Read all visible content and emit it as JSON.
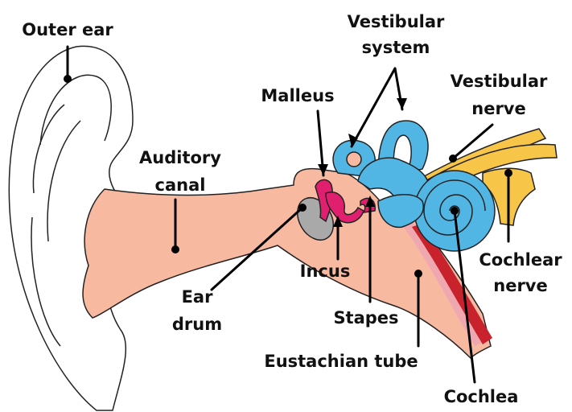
{
  "labels": {
    "outer_ear": "Outer ear",
    "vestibular_system": [
      "Vestibular",
      "system"
    ],
    "vestibular_nerve": [
      "Vestibular",
      "nerve"
    ],
    "malleus": "Malleus",
    "auditory_canal": [
      "Auditory",
      "canal"
    ],
    "cochlear_nerve": [
      "Cochlear",
      "nerve"
    ],
    "incus": "Incus",
    "ear_drum": [
      "Ear",
      "drum"
    ],
    "stapes": "Stapes",
    "eustachian_tube": "Eustachian tube",
    "cochlea": "Cochlea"
  },
  "colors": {
    "skin": "#f8b9a1",
    "bone_blue": "#52b6e5",
    "nerve_yellow": "#f7c548",
    "ossicle_pink": "#e0206f",
    "eardrum_gray": "#a9a9a9",
    "tube_red": "#c8222c",
    "tube_pink": "#f0a8b0"
  }
}
